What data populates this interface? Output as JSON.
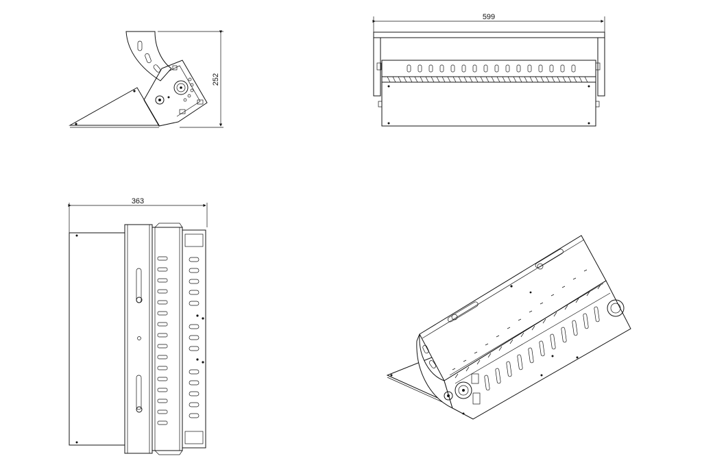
{
  "drawing": {
    "side_view": {
      "height_dimension": "252"
    },
    "front_view": {
      "width_dimension": "599"
    },
    "top_view": {
      "depth_dimension": "363"
    },
    "iso_view": {}
  }
}
